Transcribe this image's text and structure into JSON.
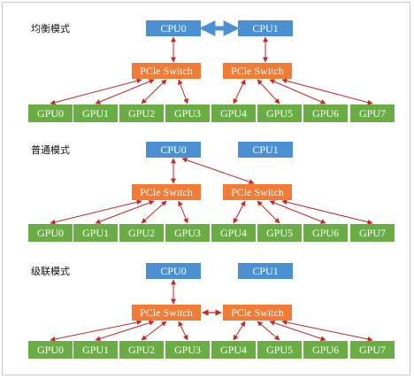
{
  "colors": {
    "cpu": "#4a90d2",
    "switch": "#f27b35",
    "gpu": "#6aad45",
    "arrow_red": "#c62828",
    "arrow_blue": "#4a90d2"
  },
  "cpu_labels": [
    "CPU0",
    "CPU1"
  ],
  "switch_label": "PCle Switch",
  "gpu_labels": [
    "GPU0",
    "GPU1",
    "GPU2",
    "GPU3",
    "GPU4",
    "GPU5",
    "GPU6",
    "GPU7"
  ],
  "modes": [
    {
      "title": "均衡模式",
      "cpu_link": "cpu0-cpu1-bidirectional",
      "switch_uplinks": [
        "CPU0",
        "CPU1"
      ],
      "switch_link": "none"
    },
    {
      "title": "普通模式",
      "cpu_link": "none",
      "switch_uplinks": [
        "CPU0",
        "CPU0"
      ],
      "switch_link": "none"
    },
    {
      "title": "级联模式",
      "cpu_link": "none",
      "switch_uplinks": [
        "CPU0",
        "none"
      ],
      "switch_link": "switch0-switch1-bidirectional"
    }
  ]
}
